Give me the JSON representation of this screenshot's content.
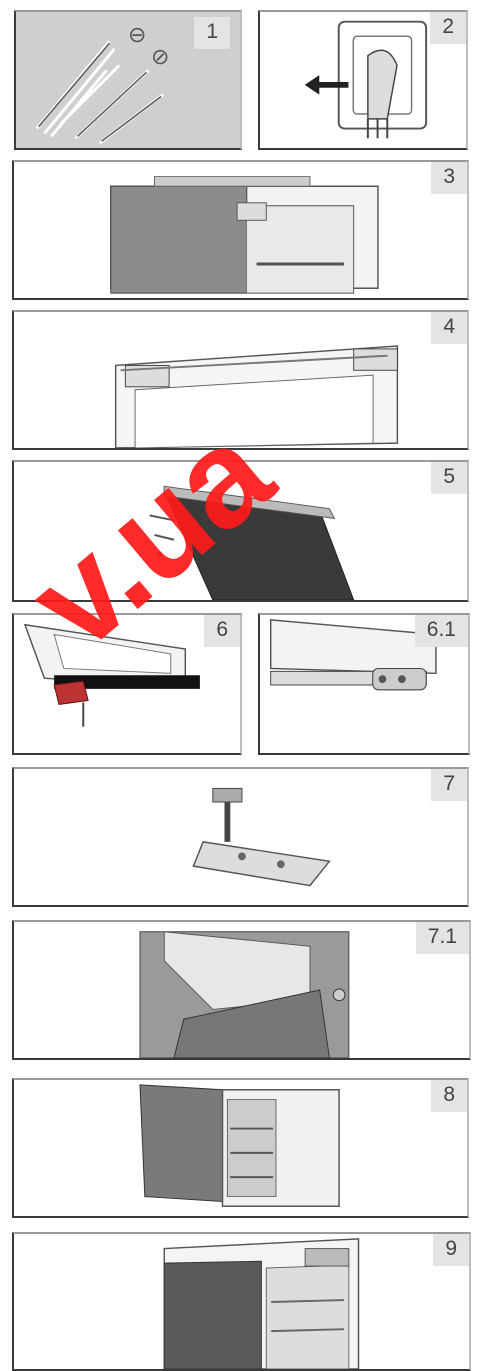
{
  "steps": [
    {
      "label": "1"
    },
    {
      "label": "2"
    },
    {
      "label": "3"
    },
    {
      "label": "4"
    },
    {
      "label": "5"
    },
    {
      "label": "6"
    },
    {
      "label": "6.1"
    },
    {
      "label": "7"
    },
    {
      "label": "7.1"
    },
    {
      "label": "8"
    },
    {
      "label": "9"
    }
  ],
  "watermark": {
    "text": "v.ua"
  },
  "icons": {
    "minus_sign": "⊖",
    "slash_sign": "⊘"
  },
  "colors": {
    "watermark": "#ff1a1a",
    "line_art": "#555555",
    "panel_bg": "#ffffff",
    "label_bg": "#e4e4e4"
  }
}
